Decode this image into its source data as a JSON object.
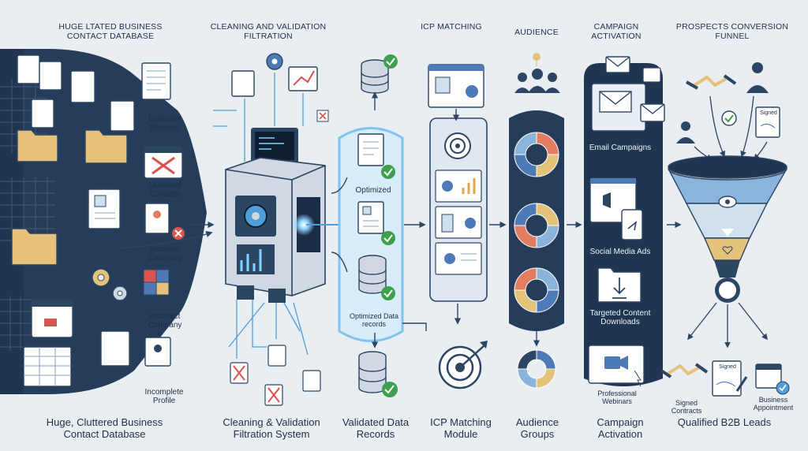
{
  "headers": {
    "database": "HUGE LTATED BUSINESS CONTACT DATABASE",
    "cleaning": "CLEANING AND VALIDATION FILTRATION",
    "icp": "ICP MATCHING",
    "audience": "AUDIENCE",
    "campaign": "CAMPAIGN ACTIVATION",
    "funnel": "PROSPECTS CONVERSION FUNNEL"
  },
  "database_issues": [
    "Duplicate Records",
    "Outdated Contacts",
    "Incorrect Company",
    "Incorrect Company",
    "Incomplete Profile"
  ],
  "validated_labels": {
    "optimized": "Optimized",
    "optimized_records": "Optimized Data records"
  },
  "campaign_channels": [
    "Email Campaigns",
    "Social Media Ads",
    "Targeted Content Downloads",
    "Professional Webinars"
  ],
  "outcomes": [
    "Signed Contracts",
    "Business Appointment"
  ],
  "signed_tags": [
    "Signed",
    "Signed"
  ],
  "footers": {
    "database": "Huge, Cluttered Business Contact Database",
    "cleaning": "Cleaning & Validation Filtration System",
    "validated": "Validated Data Records",
    "icp": "ICP Matching Module",
    "audience": "Audience Groups",
    "campaign": "Campaign Activation",
    "leads": "Qualified B2B Leads"
  },
  "colors": {
    "navy": "#1f3550",
    "band": "#2c4563",
    "accent": "#4f9ed8",
    "check": "#3ea04a",
    "error": "#d9534f",
    "funnel_gold": "#e4c27a"
  }
}
